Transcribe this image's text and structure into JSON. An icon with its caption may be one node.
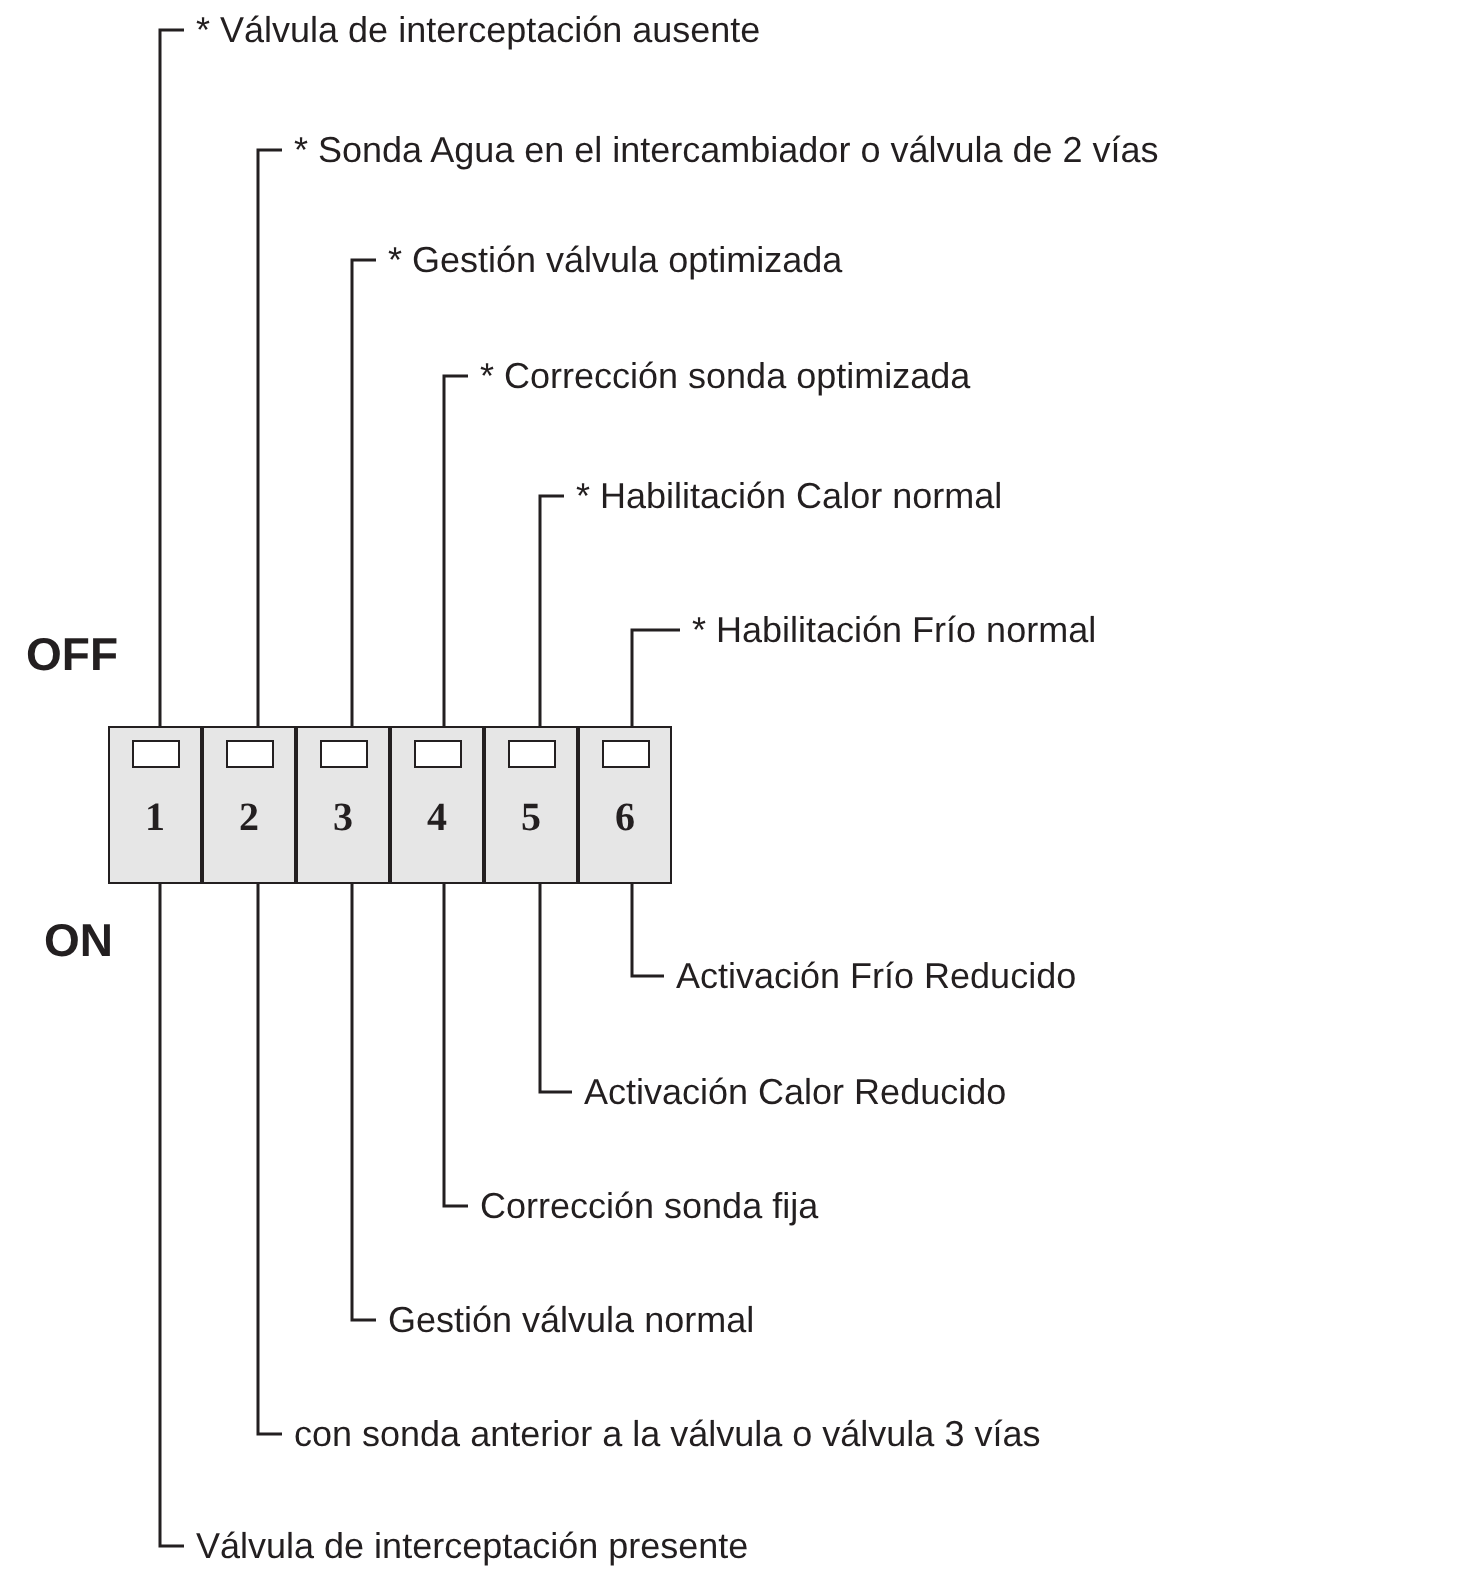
{
  "diagram": {
    "nodes": [
      {
        "text": [
          "* Válvula de interceptación ausente"
        ]
      },
      {
        "text": [
          "* Sonda Agua en el intercambiador o válvula de 2 vías"
        ]
      },
      {
        "text": [
          "* Gestión válvula optimizada"
        ]
      },
      {
        "text": [
          "* Corrección sonda optimizada"
        ]
      },
      {
        "text": [
          "* Habilitación Calor normal"
        ]
      },
      {
        "text": [
          "* Habilitación Frío normal"
        ]
      },
      {
        "text": [
          "1"
        ]
      },
      {
        "text": [
          "2"
        ]
      },
      {
        "text": [
          "3"
        ]
      },
      {
        "text": [
          "4"
        ]
      },
      {
        "text": [
          "5"
        ]
      },
      {
        "text": [
          "6"
        ]
      },
      {
        "text": [
          "Activación Frío Reducido"
        ]
      },
      {
        "text": [
          "Activación Calor Reducido"
        ]
      },
      {
        "text": [
          "Corrección sonda fija"
        ]
      },
      {
        "text": [
          "Gestión válvula normal"
        ]
      },
      {
        "text": [
          "con sonda anterior a la válvula o válvula 3 vías"
        ]
      },
      {
        "text": [
          "Válvula de interceptación presente"
        ]
      }
    ],
    "edges": [
      {
        "from": 0,
        "to": 6,
        "arrow": "none"
      },
      {
        "from": 1,
        "to": 7,
        "arrow": "none"
      },
      {
        "from": 2,
        "to": 8,
        "arrow": "none"
      },
      {
        "from": 3,
        "to": 9,
        "arrow": "none"
      },
      {
        "from": 4,
        "to": 10,
        "arrow": "none"
      },
      {
        "from": 5,
        "to": 11,
        "arrow": "none"
      },
      {
        "from": 12,
        "to": 11,
        "arrow": "none"
      },
      {
        "from": 13,
        "to": 10,
        "arrow": "none"
      },
      {
        "from": 14,
        "to": 9,
        "arrow": "none"
      },
      {
        "from": 15,
        "to": 8,
        "arrow": "none"
      },
      {
        "from": 16,
        "to": 7,
        "arrow": "none"
      },
      {
        "from": 17,
        "to": 6,
        "arrow": "none"
      }
    ],
    "labels": [
      "OFF",
      "ON"
    ]
  }
}
